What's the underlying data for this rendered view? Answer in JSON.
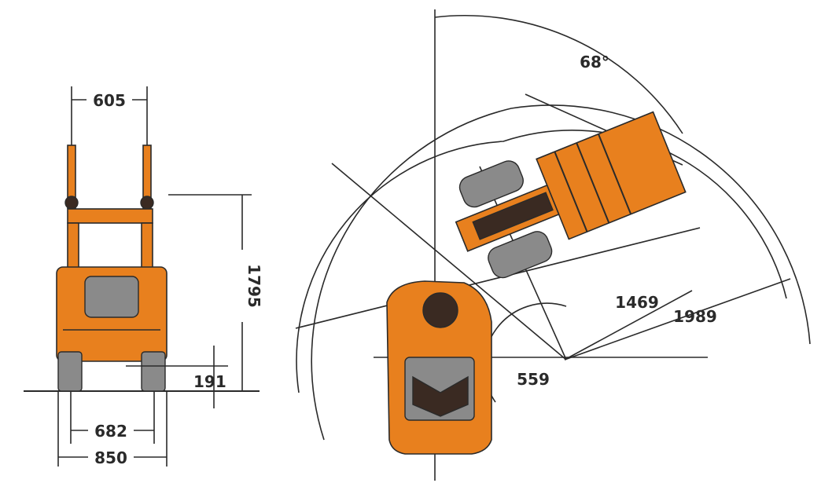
{
  "dimensions": {
    "mast_width": "605",
    "height": "1795",
    "ground_clearance": "191",
    "inner_width": "682",
    "outer_width": "850",
    "angle": "68°",
    "inner_radius": "1469",
    "outer_radius": "1989",
    "pivot_offset": "559"
  },
  "colors": {
    "machine_body": "#e8801e",
    "tyres": "#8a8a8a",
    "lines": "#2a2a2a"
  }
}
